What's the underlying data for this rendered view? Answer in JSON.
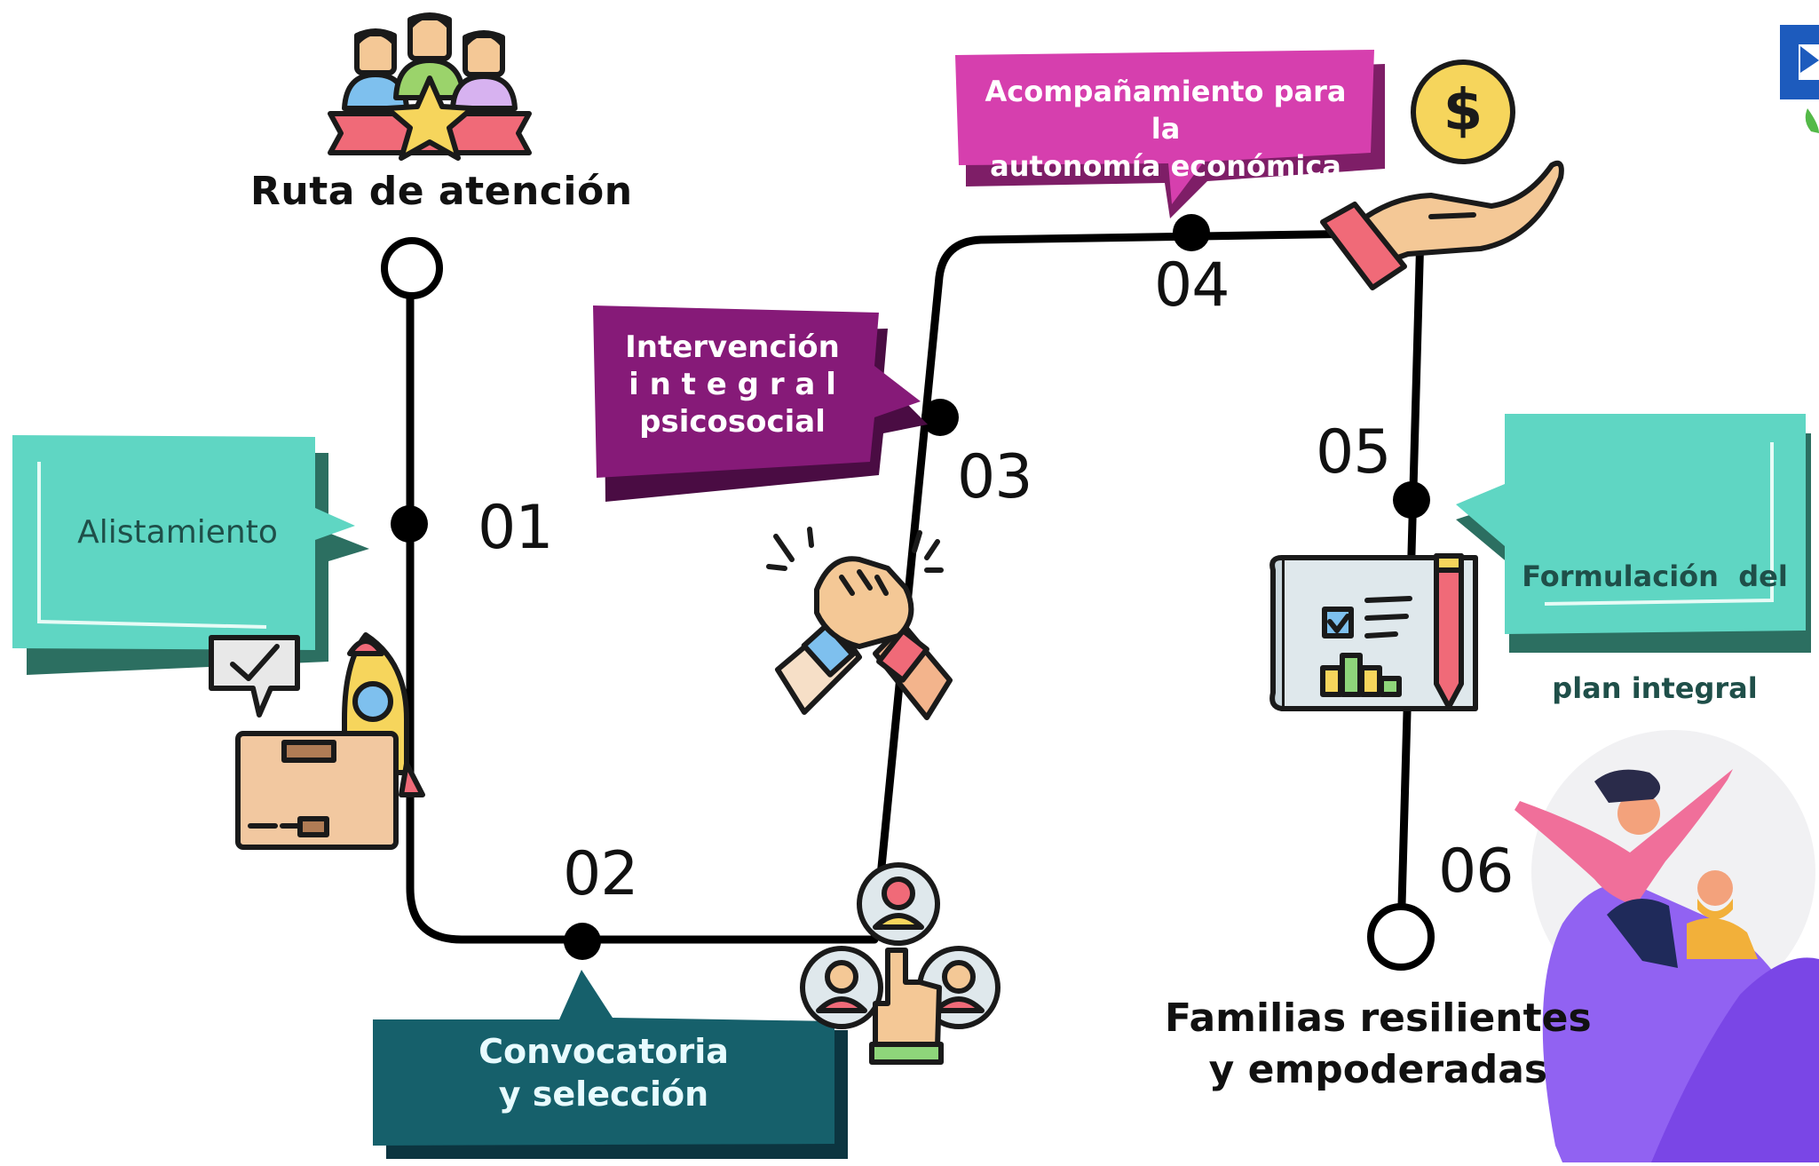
{
  "title": "Ruta de atención",
  "end_label": {
    "line1": "Familias resilientes",
    "line2": "y empoderadas"
  },
  "steps": [
    {
      "number": "01",
      "lines": [
        "Alistamiento"
      ],
      "color": "#5fd6c3",
      "icon": "checklist-box-rocket-icon"
    },
    {
      "number": "02",
      "lines": [
        "Convocatoria",
        "y selección"
      ],
      "color": "#16606b",
      "icon": "people-selection-hand-icon"
    },
    {
      "number": "03",
      "lines": [
        "Intervención",
        "i n t e g r a l",
        "psicosocial"
      ],
      "color": "#861a78",
      "icon": "handshake-icon"
    },
    {
      "number": "04",
      "lines": [
        "Acompañamiento para la",
        "autonomía económica"
      ],
      "color": "#d63fae",
      "icon": "hand-dollar-coin-icon"
    },
    {
      "number": "05",
      "lines": [
        "Formulación  del",
        "plan integral"
      ],
      "color": "#5fd6c3",
      "icon": "plan-blueprint-pencil-icon"
    },
    {
      "number": "06",
      "lines": [],
      "icon": "celebrating-family-icon"
    }
  ],
  "colors": {
    "path": "#000000",
    "teal": "#5fd6c3",
    "teal_shadow": "#2c6f61",
    "dark_teal": "#16606b",
    "dark_teal_shadow": "#0c3540",
    "purple": "#861a78",
    "purple_shadow": "#4a0c43",
    "magenta": "#d63fae",
    "magenta_shadow": "#7e1e67",
    "logo_blue": "#1d5bbd",
    "logo_green": "#54b948"
  }
}
